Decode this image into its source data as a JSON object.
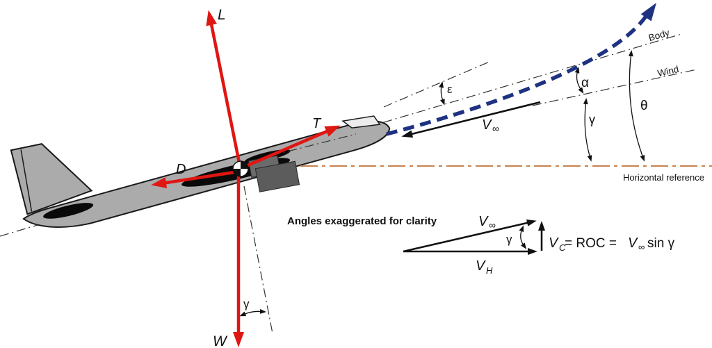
{
  "diagram": {
    "forces": {
      "lift": "L",
      "weight": "W",
      "thrust": "T",
      "drag": "D"
    },
    "angles": {
      "alpha": "α",
      "gamma": "γ",
      "theta": "θ",
      "epsilon": "ε"
    },
    "axes": {
      "body": "Body",
      "wind": "Wind",
      "horizontal_reference": "Horizontal reference"
    },
    "note": "Angles exaggerated for clarity",
    "velocity_labels": {
      "v_base": "V",
      "inf_sub": "∞",
      "h_sub": "H",
      "c_sub": "C"
    },
    "equation": {
      "lhs_base": "V",
      "lhs_sub": "C",
      "mid": " = ROC = ",
      "rhs_base": "V",
      "rhs_sub": "∞",
      "tail": "sin γ"
    },
    "colors": {
      "force_red": "#e01612",
      "trajectory_blue": "#1f3282",
      "horizon_orange": "#c8824e",
      "airframe_gray": "#ababab"
    }
  }
}
